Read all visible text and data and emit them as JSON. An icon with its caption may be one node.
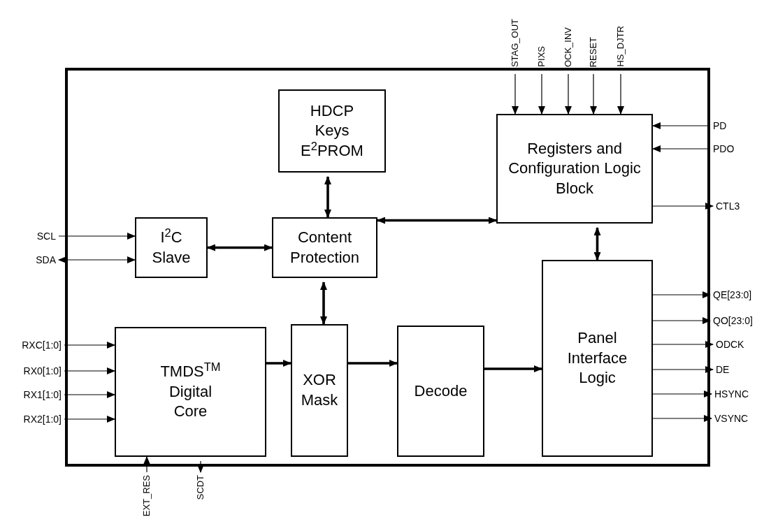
{
  "diagram": {
    "nodes": [
      {
        "text": [],
        "shape": "box"
      },
      {
        "text": [
          "HDCP Keys E$^{2}$PROM"
        ],
        "in": 0
      },
      {
        "text": [
          "Registers and Configuration Logic Block"
        ],
        "in": 0
      },
      {
        "text": [
          "I$^{2}$C Slave"
        ],
        "in": 0
      },
      {
        "text": [
          "Content Protection"
        ],
        "in": 0
      },
      {
        "text": [
          "TMDS$^{TM}$ Digital Core"
        ],
        "in": 0
      },
      {
        "text": [
          "XOR Mask"
        ],
        "in": 0
      },
      {
        "text": [
          "Decode"
        ],
        "in": 0
      },
      {
        "text": [
          "Panel Interface Logic"
        ],
        "in": 0
      },
      {
        "text": [
          "STAG_OUT"
        ]
      },
      {
        "text": [
          "PIXS"
        ]
      },
      {
        "text": [
          "OCK_INV"
        ]
      },
      {
        "text": [
          "RESET"
        ]
      },
      {
        "text": [
          "HS_DJTR"
        ]
      },
      {
        "text": [
          "PD"
        ]
      },
      {
        "text": [
          "PDO"
        ]
      },
      {
        "text": [
          "CTL3"
        ]
      },
      {
        "text": [
          "SCL"
        ]
      },
      {
        "text": [
          "SDA"
        ]
      },
      {
        "text": [
          "QE[23:0]"
        ]
      },
      {
        "text": [
          "QO[23:0]"
        ]
      },
      {
        "text": [
          "ODCK"
        ]
      },
      {
        "text": [
          "DE"
        ]
      },
      {
        "text": [
          "HSYNC"
        ]
      },
      {
        "text": [
          "VSYNC"
        ]
      },
      {
        "text": [
          "RXC[1:0]"
        ]
      },
      {
        "text": [
          "RX0[1:0]"
        ]
      },
      {
        "text": [
          "RX1[1:0]"
        ]
      },
      {
        "text": [
          "RX2[1:0]"
        ]
      },
      {
        "text": [
          "EXT_RES"
        ]
      },
      {
        "text": [
          "SCDT"
        ]
      }
    ],
    "edges": [
      {
        "from": 9,
        "to": 2,
        "arrow": "to"
      },
      {
        "from": 10,
        "to": 2,
        "arrow": "to"
      },
      {
        "from": 11,
        "to": 2,
        "arrow": "to"
      },
      {
        "from": 12,
        "to": 2,
        "arrow": "to"
      },
      {
        "from": 13,
        "to": 2,
        "arrow": "to"
      },
      {
        "from": 14,
        "to": 2,
        "arrow": "to"
      },
      {
        "from": 15,
        "to": 2,
        "arrow": "to"
      },
      {
        "from": 2,
        "to": 16,
        "arrow": "to"
      },
      {
        "from": 17,
        "to": 3,
        "arrow": "to"
      },
      {
        "from": 18,
        "to": 3,
        "arrow": "both"
      },
      {
        "from": 3,
        "to": 4,
        "arrow": "both",
        "style": "thick"
      },
      {
        "from": 1,
        "to": 4,
        "arrow": "both",
        "style": "thick"
      },
      {
        "from": 4,
        "to": 2,
        "arrow": "both",
        "style": "thick"
      },
      {
        "from": 2,
        "to": 8,
        "arrow": "both",
        "style": "thick"
      },
      {
        "from": 4,
        "to": 6,
        "arrow": "both",
        "style": "thick"
      },
      {
        "from": 5,
        "to": 6,
        "arrow": "to",
        "style": "thick"
      },
      {
        "from": 6,
        "to": 7,
        "arrow": "to",
        "style": "thick"
      },
      {
        "from": 7,
        "to": 8,
        "arrow": "to",
        "style": "thick"
      },
      {
        "from": 8,
        "to": 19,
        "arrow": "to"
      },
      {
        "from": 8,
        "to": 20,
        "arrow": "to"
      },
      {
        "from": 8,
        "to": 21,
        "arrow": "to"
      },
      {
        "from": 8,
        "to": 22,
        "arrow": "to"
      },
      {
        "from": 8,
        "to": 23,
        "arrow": "to"
      },
      {
        "from": 8,
        "to": 24,
        "arrow": "to"
      },
      {
        "from": 25,
        "to": 5,
        "arrow": "to"
      },
      {
        "from": 26,
        "to": 5,
        "arrow": "to"
      },
      {
        "from": 27,
        "to": 5,
        "arrow": "to"
      },
      {
        "from": 28,
        "to": 5,
        "arrow": "to"
      },
      {
        "from": 29,
        "to": 5,
        "arrow": "to"
      },
      {
        "from": 5,
        "to": 30,
        "arrow": "to"
      }
    ]
  }
}
